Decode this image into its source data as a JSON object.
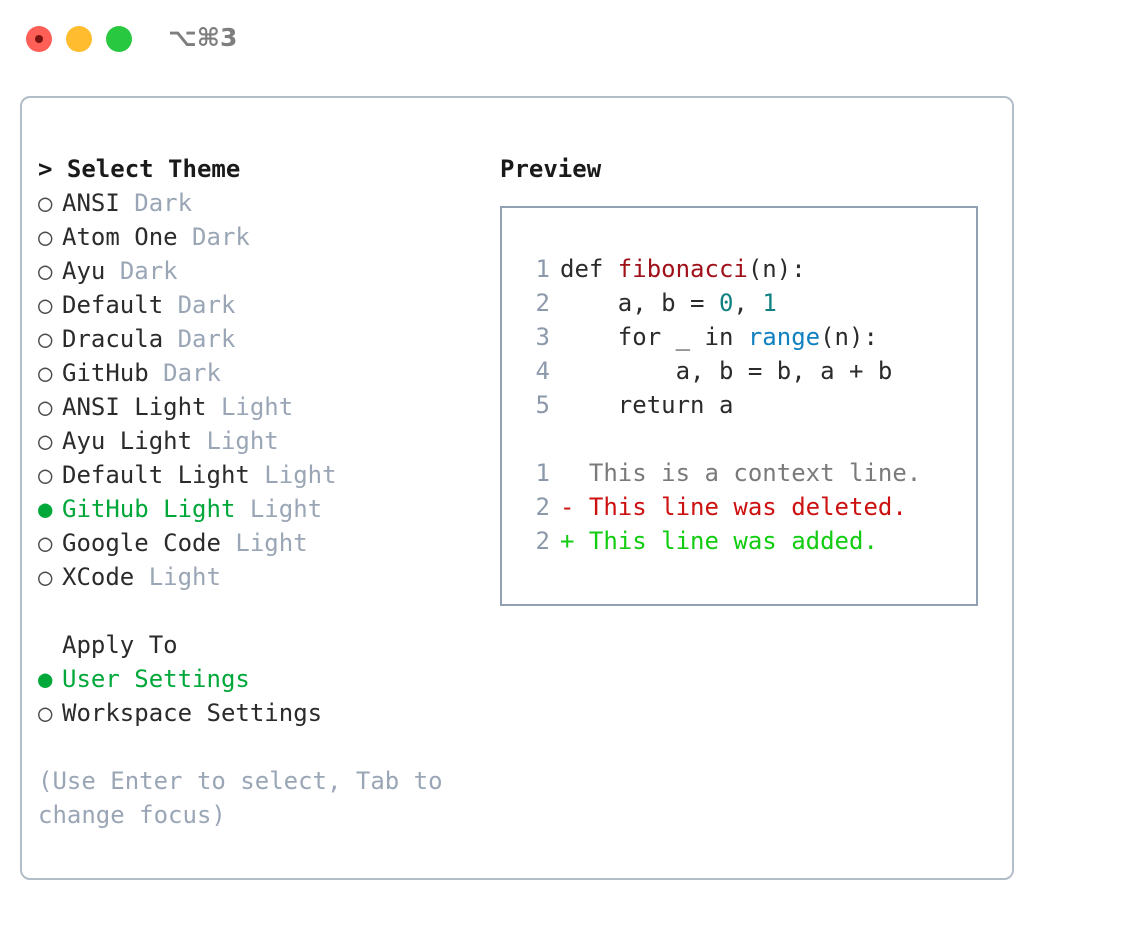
{
  "window": {
    "shortcut_label": "⌥⌘3",
    "traffic_lights": [
      "close",
      "minimize",
      "zoom"
    ]
  },
  "theme_list": {
    "header_caret": ">",
    "header_label": "Select Theme",
    "bullet_selected": "●",
    "bullet_unselected": "○",
    "items": [
      {
        "name": "ANSI",
        "variant": "Dark",
        "selected": false
      },
      {
        "name": "Atom One",
        "variant": "Dark",
        "selected": false
      },
      {
        "name": "Ayu",
        "variant": "Dark",
        "selected": false
      },
      {
        "name": "Default",
        "variant": "Dark",
        "selected": false
      },
      {
        "name": "Dracula",
        "variant": "Dark",
        "selected": false
      },
      {
        "name": "GitHub",
        "variant": "Dark",
        "selected": false
      },
      {
        "name": "ANSI Light",
        "variant": "Light",
        "selected": false
      },
      {
        "name": "Ayu Light",
        "variant": "Light",
        "selected": false
      },
      {
        "name": "Default Light",
        "variant": "Light",
        "selected": false
      },
      {
        "name": "GitHub Light",
        "variant": "Light",
        "selected": true
      },
      {
        "name": "Google Code",
        "variant": "Light",
        "selected": false
      },
      {
        "name": "XCode",
        "variant": "Light",
        "selected": false
      }
    ]
  },
  "apply_to": {
    "header_label": "Apply To",
    "items": [
      {
        "name": "User Settings",
        "selected": true
      },
      {
        "name": "Workspace Settings",
        "selected": false
      }
    ]
  },
  "hint": {
    "text": "(Use Enter to select, Tab to change focus)"
  },
  "preview": {
    "title": "Preview",
    "code_lines": [
      {
        "ln": "1",
        "segments": [
          {
            "t": "def ",
            "c": "plain"
          },
          {
            "t": "fibonacci",
            "c": "fn"
          },
          {
            "t": "(n):",
            "c": "plain"
          }
        ]
      },
      {
        "ln": "2",
        "segments": [
          {
            "t": "    a, b = ",
            "c": "plain"
          },
          {
            "t": "0",
            "c": "num"
          },
          {
            "t": ", ",
            "c": "plain"
          },
          {
            "t": "1",
            "c": "num"
          }
        ]
      },
      {
        "ln": "3",
        "segments": [
          {
            "t": "    for _ in ",
            "c": "plain"
          },
          {
            "t": "range",
            "c": "call"
          },
          {
            "t": "(n):",
            "c": "plain"
          }
        ]
      },
      {
        "ln": "4",
        "segments": [
          {
            "t": "        a, b = b, a + b",
            "c": "plain"
          }
        ]
      },
      {
        "ln": "5",
        "segments": [
          {
            "t": "    return a",
            "c": "plain"
          }
        ]
      }
    ],
    "diff_lines": [
      {
        "ln": "1",
        "marker": " ",
        "text": "This is a context line.",
        "kind": "ctx"
      },
      {
        "ln": "2",
        "marker": "-",
        "text": "This line was deleted.",
        "kind": "del"
      },
      {
        "ln": "2",
        "marker": "+",
        "text": "This line was added.",
        "kind": "add"
      }
    ]
  },
  "colors": {
    "accent_green": "#00a83a",
    "diff_deleted": "#cc1111",
    "diff_added": "#11cc11",
    "muted": "#9aa6b6",
    "function_name": "#a01019",
    "number_literal": "#108080",
    "builtin_call": "#1080c0",
    "panel_border": "#b3bcc9",
    "preview_border": "#92a0b3"
  }
}
